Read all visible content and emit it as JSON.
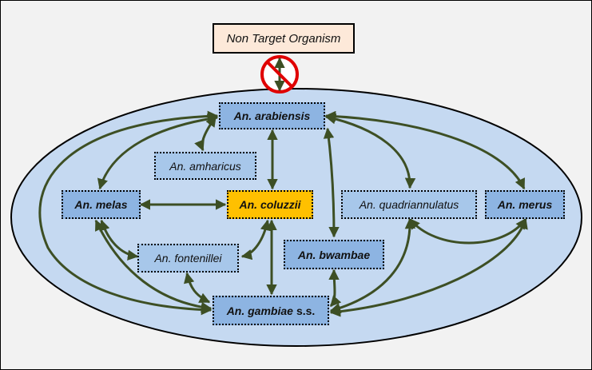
{
  "nodes": {
    "non_target": "Non Target Organism",
    "arabiensis": "An. arabiensis",
    "amharicus": "An. amharicus",
    "melas": "An. melas",
    "coluzzii": "An. coluzzii",
    "quadriannulatus": "An. quadriannulatus",
    "merus": "An. merus",
    "fontenillei": "An. fontenillei",
    "bwambae": "An. bwambae",
    "gambiae": "An. gambiae",
    "gambiae_suffix": "s.s."
  },
  "icons": {
    "prohibited": "no-transfer-icon"
  },
  "colors": {
    "ellipse_fill": "#c5d9f1",
    "node_fill": "#8db4e2",
    "target_fill": "#ffc000",
    "nto_fill": "#fde9d9",
    "arrow": "#3d4f24",
    "no_sign": "#e00000"
  }
}
